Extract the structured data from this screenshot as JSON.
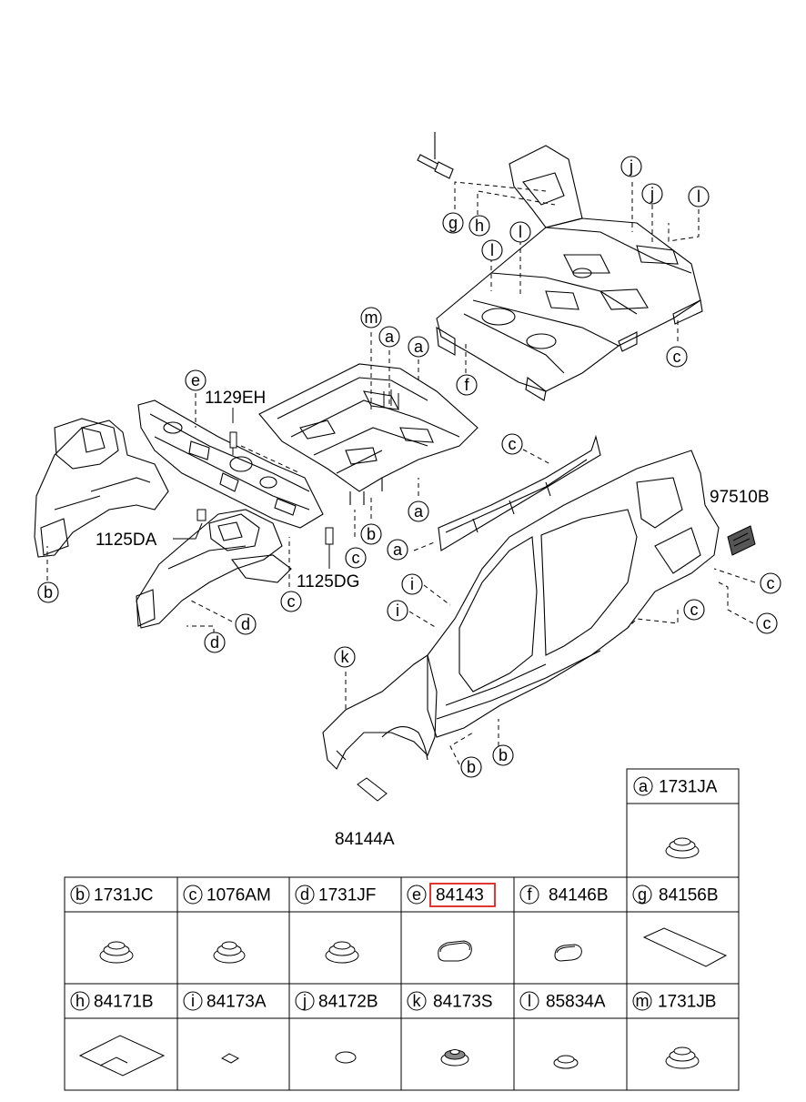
{
  "callouts": {
    "a": "a",
    "b": "b",
    "c": "c",
    "d": "d",
    "e": "e",
    "f": "f",
    "g": "g",
    "h": "h",
    "i": "i",
    "j": "j",
    "k": "k",
    "l": "l",
    "m": "m"
  },
  "part_labels": {
    "p1129EH": "1129EH",
    "p1125DA": "1125DA",
    "p1125DG": "1125DG",
    "p97510B": "97510B",
    "p84144A": "84144A"
  },
  "legend": {
    "a": {
      "letter": "a",
      "code": "1731JA"
    },
    "b": {
      "letter": "b",
      "code": "1731JC"
    },
    "c": {
      "letter": "c",
      "code": "1076AM"
    },
    "d": {
      "letter": "d",
      "code": "1731JF"
    },
    "e": {
      "letter": "e",
      "code": "84143"
    },
    "f": {
      "letter": "f",
      "code": "84146B"
    },
    "g": {
      "letter": "g",
      "code": "84156B"
    },
    "h": {
      "letter": "h",
      "code": "84171B"
    },
    "i": {
      "letter": "i",
      "code": "84173A"
    },
    "j": {
      "letter": "j",
      "code": "84172B"
    },
    "k": {
      "letter": "k",
      "code": "84173S"
    },
    "l": {
      "letter": "l",
      "code": "85834A"
    },
    "m": {
      "letter": "m",
      "code": "1731JB"
    }
  },
  "highlight": {
    "cell": "e",
    "color": "#e0201a"
  }
}
